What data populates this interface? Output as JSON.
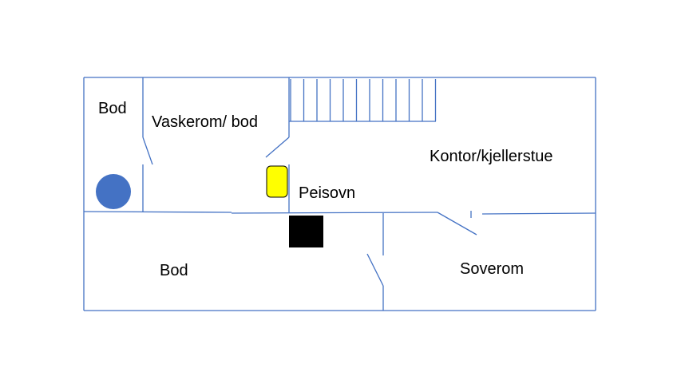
{
  "rooms": {
    "bod_top": "Bod",
    "vaskerom": "Vaskerom/ bod",
    "kontor": "Kontor/kjellerstue",
    "peisovn": "Peisovn",
    "bod_bottom": "Bod",
    "soverom": "Soverom"
  },
  "colors": {
    "wall": "#4472c4",
    "tank_fill": "#4472c4",
    "heater_fill": "#ffff00",
    "fireplace_fill": "#000000"
  },
  "symbols": {
    "tank": "blue-circle-tank",
    "heater": "yellow-rounded-rect",
    "fireplace": "black-square"
  }
}
